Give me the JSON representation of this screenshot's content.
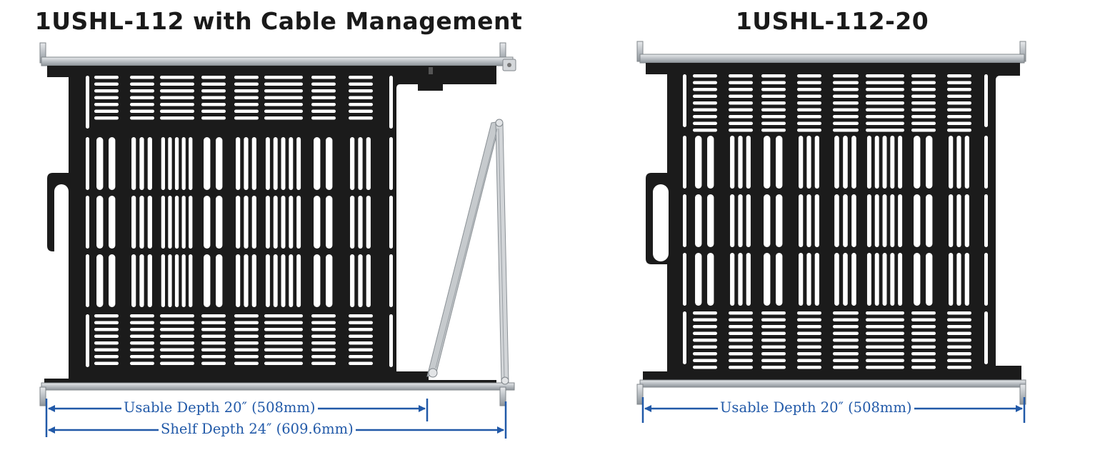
{
  "left_product": {
    "title": "1USHL-112 with Cable Management",
    "usable_depth_label": "Usable Depth 20″ (508mm)",
    "shelf_depth_label": "Shelf Depth 24″ (609.6mm)"
  },
  "right_product": {
    "title": "1USHL-112-20",
    "usable_depth_label": "Usable Depth 20″ (508mm)"
  },
  "colors": {
    "shelf": "#1b1b1b",
    "rail": "#c9cdd1",
    "dimension": "#2159a8",
    "title": "#1a1a1a"
  }
}
